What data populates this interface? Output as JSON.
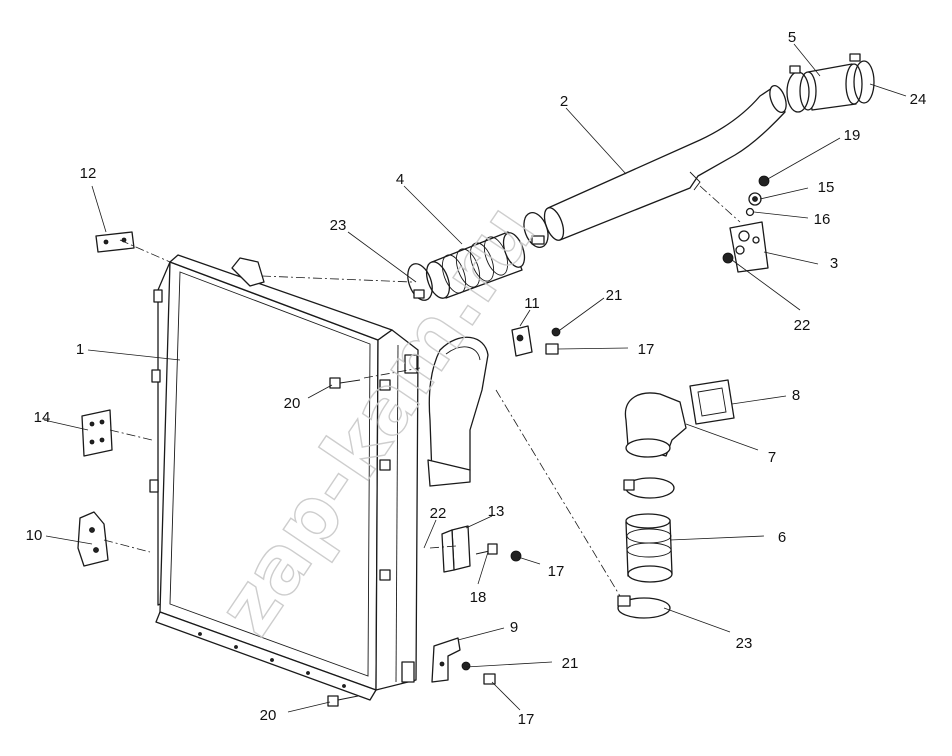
{
  "watermark": "zap-kam.ru",
  "callouts": {
    "c1": "1",
    "c2": "2",
    "c3": "3",
    "c4": "4",
    "c5": "5",
    "c6": "6",
    "c7": "7",
    "c8": "8",
    "c9": "9",
    "c10": "10",
    "c11": "11",
    "c12": "12",
    "c13": "13",
    "c14": "14",
    "c15": "15",
    "c16": "16",
    "c17a": "17",
    "c17b": "17",
    "c17c": "17",
    "c18": "18",
    "c19": "19",
    "c20a": "20",
    "c20b": "20",
    "c21a": "21",
    "c21b": "21",
    "c22a": "22",
    "c22b": "22",
    "c23a": "23",
    "c23b": "23",
    "c24": "24"
  }
}
